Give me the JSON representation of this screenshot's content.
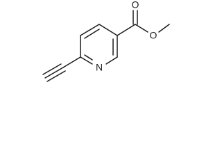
{
  "molecule": {
    "atoms": {
      "ring_nitrogen": "N",
      "carbonyl_oxygen": "O",
      "ester_oxygen": "O"
    }
  },
  "colors": {
    "bond": "#1a1a1a",
    "background": "#ffffff"
  }
}
